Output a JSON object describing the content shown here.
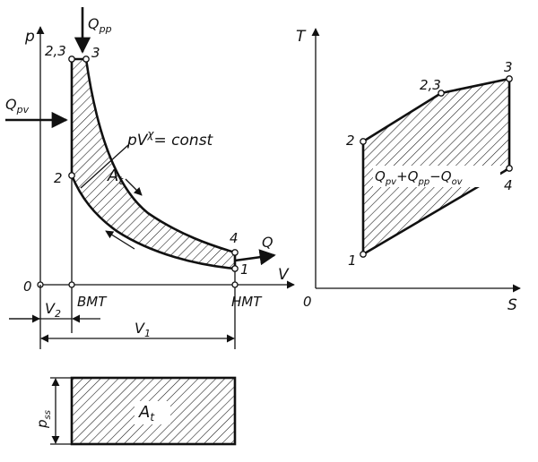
{
  "pv_diagram": {
    "axis_y": "p",
    "axis_x": "V",
    "origin": "0",
    "heat_in_top": "Q",
    "heat_in_top_sub": "pp",
    "heat_in_left": "Q",
    "heat_in_left_sub": "pv",
    "heat_out": "Q",
    "process_label": "pV",
    "process_exp": "χ",
    "process_tail": "= const",
    "work_label": "A",
    "work_sub": "t",
    "point_labels": [
      "2,3",
      "3",
      "2",
      "4",
      "1"
    ],
    "tdc": "BMT",
    "bdc": "HMT",
    "v2": "V",
    "v2_sub": "2",
    "v1": "V",
    "v1_sub": "1"
  },
  "ts_diagram": {
    "axis_y": "T",
    "axis_x": "S",
    "origin": "0",
    "point_labels": [
      "1",
      "2",
      "2,3",
      "3",
      "4"
    ],
    "heat_label": "Q",
    "heat_sub_1": "pv",
    "heat_plus": "+",
    "heat_sub_2": "pp",
    "heat_minus": "−",
    "heat_sub_3": "ov"
  },
  "work_rect": {
    "axis_label": "p",
    "axis_sub": "ss",
    "area_label": "A",
    "area_sub": "t"
  },
  "colors": {
    "ink": "#111111",
    "paper": "#ffffff"
  }
}
